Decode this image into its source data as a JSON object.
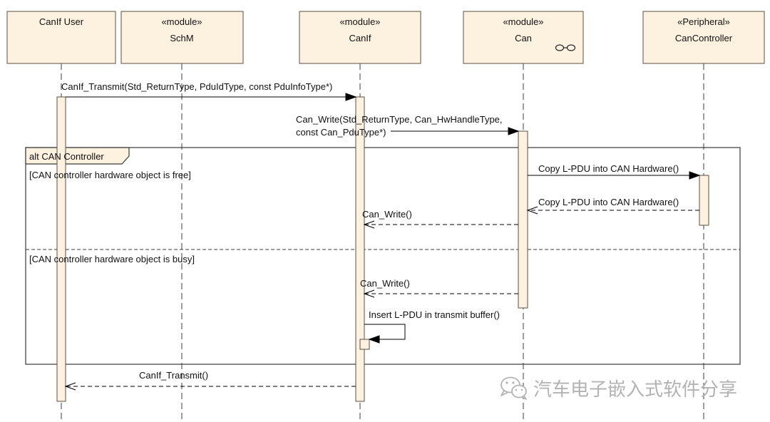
{
  "lifelines": [
    {
      "name": "CanIf User"
    },
    {
      "stereotype": "«module»",
      "name": "SchM"
    },
    {
      "stereotype": "«module»",
      "name": "CanIf"
    },
    {
      "stereotype": "«module»",
      "name": "Can",
      "icon": "linked-circles-icon"
    },
    {
      "stereotype": "«Peripheral»",
      "name": "CanController"
    }
  ],
  "messages": [
    {
      "label": "CanIf_Transmit(Std_ReturnType, PduIdType, const PduInfoType*)"
    },
    {
      "label_line1": "Can_Write(Std_ReturnType, Can_HwHandleType,",
      "label_line2": "const Can_PduType*)"
    },
    {
      "label": "Copy L-PDU into CAN Hardware()"
    },
    {
      "label": "Copy L-PDU into CAN Hardware()"
    },
    {
      "label": "Can_Write()"
    },
    {
      "label": "Can_Write()"
    },
    {
      "label": "Insert L-PDU in transmit buffer()"
    },
    {
      "label": "CanIf_Transmit()"
    }
  ],
  "fragment": {
    "label": "alt CAN Controller",
    "guards": [
      "[CAN controller hardware object is free]",
      "[CAN controller hardware object is busy]"
    ]
  },
  "watermark": {
    "icon": "wechat-icon",
    "text": "汽车电子嵌入式软件分享"
  },
  "colors": {
    "background": "#ffffff",
    "text": "#111111",
    "box_fill": "#fdf1e0",
    "box_border": "#5e4e42",
    "lifeline": "#3c3c3c",
    "fragment_border": "#3a3a3a",
    "line": "#000000",
    "watermark": "#b3b3b3"
  }
}
